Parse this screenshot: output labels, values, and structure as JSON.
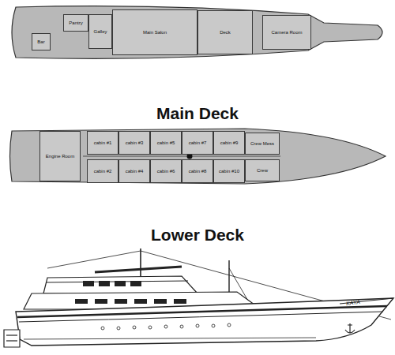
{
  "diagram": {
    "nodes": [
      {
        "text": [
          "Main Deck"
        ]
      },
      {
        "text": [
          "Bar"
        ],
        "in": 0
      },
      {
        "text": [
          "Pantry"
        ],
        "in": 0
      },
      {
        "text": [
          "Galley"
        ],
        "in": 0
      },
      {
        "text": [
          "Main Salon"
        ],
        "in": 0
      },
      {
        "text": [
          "Deck"
        ],
        "in": 0
      },
      {
        "text": [
          "Camera Room"
        ],
        "in": 0
      },
      {
        "text": [
          "Lower Deck"
        ]
      },
      {
        "text": [
          "Engine Room"
        ],
        "in": 7
      },
      {
        "text": [
          "cabin #1"
        ],
        "in": 7
      },
      {
        "text": [
          "cabin #2"
        ],
        "in": 7
      },
      {
        "text": [
          "cabin #3"
        ],
        "in": 7
      },
      {
        "text": [
          "cabin #4"
        ],
        "in": 7
      },
      {
        "text": [
          "cabin #5"
        ],
        "in": 7
      },
      {
        "text": [
          "cabin #6"
        ],
        "in": 7
      },
      {
        "text": [
          "cabin #7"
        ],
        "in": 7
      },
      {
        "text": [
          "cabin #8"
        ],
        "in": 7
      },
      {
        "text": [
          "cabin #9"
        ],
        "in": 7
      },
      {
        "text": [
          "cabin #10"
        ],
        "in": 7
      },
      {
        "text": [
          "Crew Mess"
        ],
        "in": 7
      },
      {
        "text": [
          "Crew"
        ],
        "in": 7
      }
    ],
    "labels": [
      "KAYA"
    ]
  }
}
